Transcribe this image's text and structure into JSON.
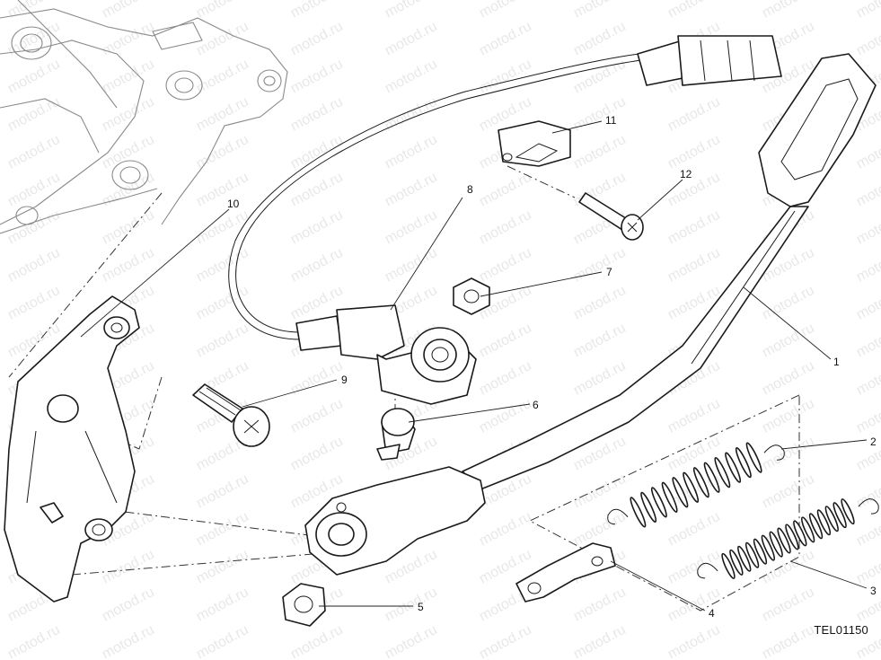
{
  "diagram": {
    "callouts": [
      {
        "id": "c1",
        "label": "1"
      },
      {
        "id": "c2",
        "label": "2"
      },
      {
        "id": "c3",
        "label": "3"
      },
      {
        "id": "c4",
        "label": "4"
      },
      {
        "id": "c5",
        "label": "5"
      },
      {
        "id": "c6",
        "label": "6"
      },
      {
        "id": "c7",
        "label": "7"
      },
      {
        "id": "c8",
        "label": "8"
      },
      {
        "id": "c9",
        "label": "9"
      },
      {
        "id": "c10",
        "label": "10"
      },
      {
        "id": "c11",
        "label": "11"
      },
      {
        "id": "c12",
        "label": "12"
      }
    ],
    "drawing_code": "TEL01150",
    "watermark": "motod.ru",
    "colors": {
      "line": "#1a1a1a",
      "frame_line": "#8a8a8a",
      "background": "#ffffff"
    }
  }
}
